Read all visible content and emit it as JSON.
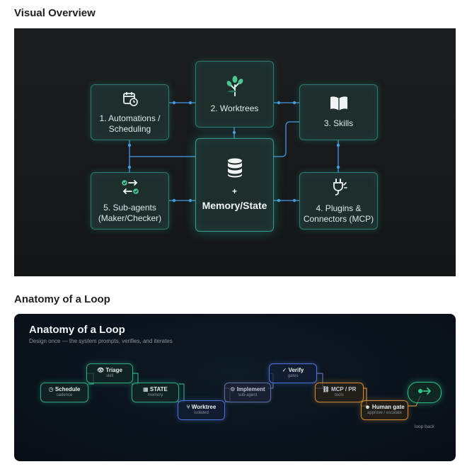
{
  "section1": {
    "title": "Visual Overview"
  },
  "overview": {
    "center": {
      "plus": "+",
      "label": "Memory/State",
      "icon": "database-icon"
    },
    "nodes": [
      {
        "label": "1. Automations /\nScheduling",
        "icon": "calendar-clock-icon"
      },
      {
        "label": "2. Worktrees",
        "icon": "tree-icon"
      },
      {
        "label": "3. Skills",
        "icon": "book-icon"
      },
      {
        "label": "4. Plugins &\nConnectors (MCP)",
        "icon": "plug-icon"
      },
      {
        "label": "5. Sub-agents\n(Maker/Checker)",
        "icon": "swap-check-icon"
      }
    ],
    "colors": {
      "node_border": "#2f7a72",
      "wire": "#3f86c4",
      "bg": "#1b1d1f"
    }
  },
  "section2": {
    "title": "Anatomy of a Loop"
  },
  "loop": {
    "title": "Anatomy of a Loop",
    "subtitle": "Design once — the system prompts, verifies, and iterates",
    "steps": [
      {
        "title": "◷ Schedule",
        "sub": "cadence"
      },
      {
        "title": "👁 Triage",
        "sub": "skill"
      },
      {
        "title": "▦ STATE",
        "sub": "memory"
      },
      {
        "title": "⑂ Worktree",
        "sub": "isolated"
      },
      {
        "title": "⚙ Implement",
        "sub": "sub-agent"
      },
      {
        "title": "✓ Verify",
        "sub": "gates"
      },
      {
        "title": "⛓ MCP / PR",
        "sub": "tools"
      },
      {
        "title": "☻ Human gate",
        "sub": "approve / escalate"
      }
    ],
    "loop_back": "loop back",
    "colors": {
      "green": "#2ea87f",
      "blue": "#4d74d8",
      "orange": "#cc8a3a"
    }
  }
}
